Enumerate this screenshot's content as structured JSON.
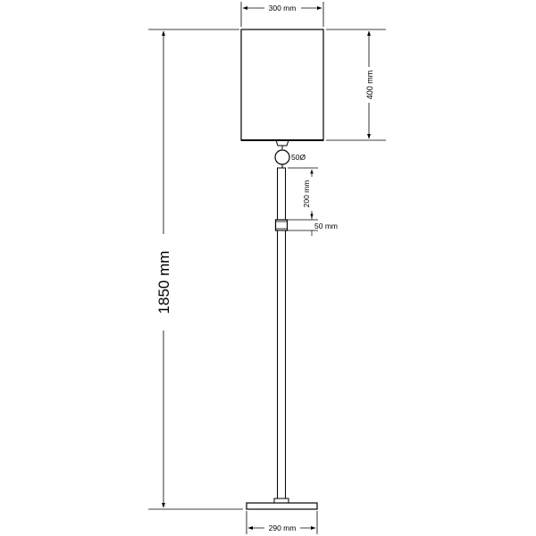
{
  "dimensions": {
    "shade_width": "300 mm",
    "shade_height": "400 mm",
    "ball_diameter": "50Ø",
    "upper_segment": "200 mm",
    "ring_height": "50 mm",
    "total_height": "1850 mm",
    "base_width": "290 mm"
  },
  "colors": {
    "line": "#000000",
    "background": "#ffffff"
  }
}
